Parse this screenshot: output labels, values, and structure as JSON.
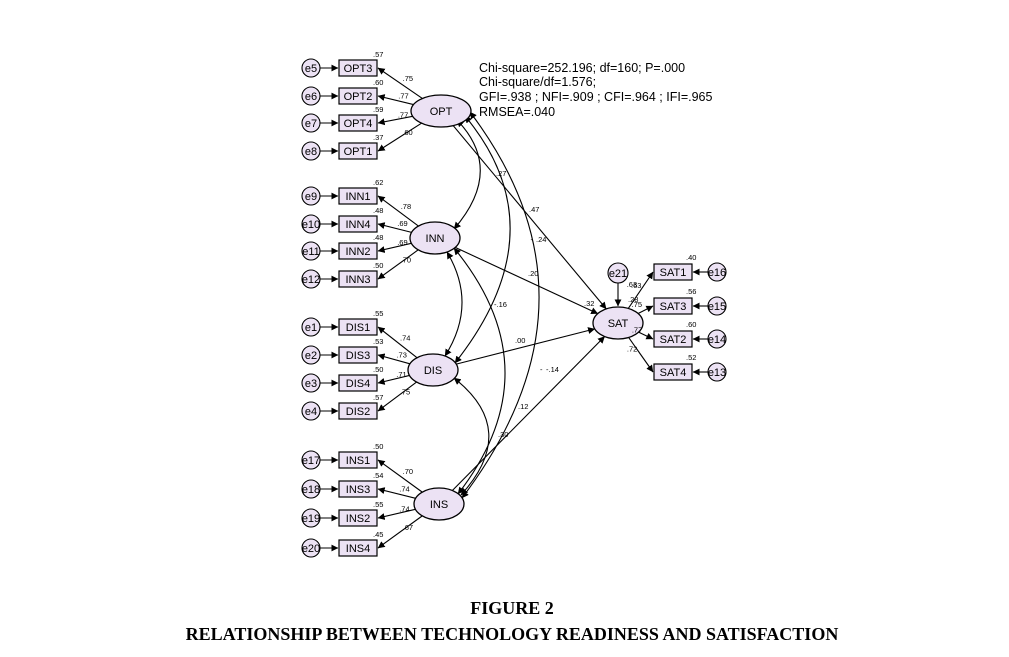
{
  "fit_stats": [
    "Chi-square=252.196; df=160; P=.000",
    "Chi-square/df=1.576;",
    "GFI=.938 ; NFI=.909 ; CFI=.964 ; IFI=.965",
    "RMSEA=.040"
  ],
  "figure": {
    "number": "FIGURE 2",
    "caption": "RELATIONSHIP BETWEEN TECHNOLOGY READINESS AND SATISFACTION"
  },
  "latents": [
    {
      "id": "OPT",
      "label": "OPT"
    },
    {
      "id": "INN",
      "label": "INN"
    },
    {
      "id": "DIS",
      "label": "DIS"
    },
    {
      "id": "INS",
      "label": "INS"
    },
    {
      "id": "SAT",
      "label": "SAT"
    }
  ],
  "errors": [
    {
      "id": "e21",
      "label": "e21",
      "target": "SAT",
      "variance": ".63"
    }
  ],
  "indicators": [
    {
      "factor": "OPT",
      "label": "OPT3",
      "error": "e5",
      "r2": ".57",
      "loading": ".75"
    },
    {
      "factor": "OPT",
      "label": "OPT2",
      "error": "e6",
      "r2": ".60",
      "loading": ".77"
    },
    {
      "factor": "OPT",
      "label": "OPT4",
      "error": "e7",
      "r2": ".59",
      "loading": ".77"
    },
    {
      "factor": "OPT",
      "label": "OPT1",
      "error": "e8",
      "r2": ".37",
      "loading": ".60"
    },
    {
      "factor": "INN",
      "label": "INN1",
      "error": "e9",
      "r2": ".62",
      "loading": ".78"
    },
    {
      "factor": "INN",
      "label": "INN4",
      "error": "e10",
      "r2": ".48",
      "loading": ".69"
    },
    {
      "factor": "INN",
      "label": "INN2",
      "error": "e11",
      "r2": ".48",
      "loading": ".69"
    },
    {
      "factor": "INN",
      "label": "INN3",
      "error": "e12",
      "r2": ".50",
      "loading": ".70"
    },
    {
      "factor": "DIS",
      "label": "DIS1",
      "error": "e1",
      "r2": ".55",
      "loading": ".74"
    },
    {
      "factor": "DIS",
      "label": "DIS3",
      "error": "e2",
      "r2": ".53",
      "loading": ".73"
    },
    {
      "factor": "DIS",
      "label": "DIS4",
      "error": "e3",
      "r2": ".50",
      "loading": ".71"
    },
    {
      "factor": "DIS",
      "label": "DIS2",
      "error": "e4",
      "r2": ".57",
      "loading": ".75"
    },
    {
      "factor": "INS",
      "label": "INS1",
      "error": "e17",
      "r2": ".50",
      "loading": ".70"
    },
    {
      "factor": "INS",
      "label": "INS3",
      "error": "e18",
      "r2": ".54",
      "loading": ".74"
    },
    {
      "factor": "INS",
      "label": "INS2",
      "error": "e19",
      "r2": ".55",
      "loading": ".74"
    },
    {
      "factor": "INS",
      "label": "INS4",
      "error": "e20",
      "r2": ".45",
      "loading": ".67"
    },
    {
      "factor": "SAT",
      "label": "SAT1",
      "error": "e16",
      "r2": ".40",
      "loading": ".63"
    },
    {
      "factor": "SAT",
      "label": "SAT3",
      "error": "e15",
      "r2": ".56",
      "loading": ".75"
    },
    {
      "factor": "SAT",
      "label": "SAT2",
      "error": "e14",
      "r2": ".60",
      "loading": ".77"
    },
    {
      "factor": "SAT",
      "label": "SAT4",
      "error": "e13",
      "r2": ".52",
      "loading": ".72"
    }
  ],
  "paths": [
    {
      "from": "OPT",
      "to": "SAT",
      "coef": ".24"
    },
    {
      "from": "INN",
      "to": "SAT",
      "coef": ".20"
    },
    {
      "from": "DIS",
      "to": "SAT",
      "coef": ".00"
    },
    {
      "from": "INS",
      "to": "SAT",
      "coef": ".12"
    }
  ],
  "covariances": [
    {
      "a": "OPT",
      "b": "INN",
      "coef": ".27"
    },
    {
      "a": "OPT",
      "b": "DIS",
      "coef": ".47"
    },
    {
      "a": "OPT",
      "b": "INS",
      "coef": ".32"
    },
    {
      "a": "INN",
      "b": "DIS",
      "coef": "-.16"
    },
    {
      "a": "INN",
      "b": "INS",
      "coef": "-.14"
    },
    {
      "a": "DIS",
      "b": "INS",
      "coef": ".30"
    }
  ],
  "sat_r2": ".28",
  "sign_labels": {
    "opt_sat": "-",
    "ins_sat": "-"
  }
}
